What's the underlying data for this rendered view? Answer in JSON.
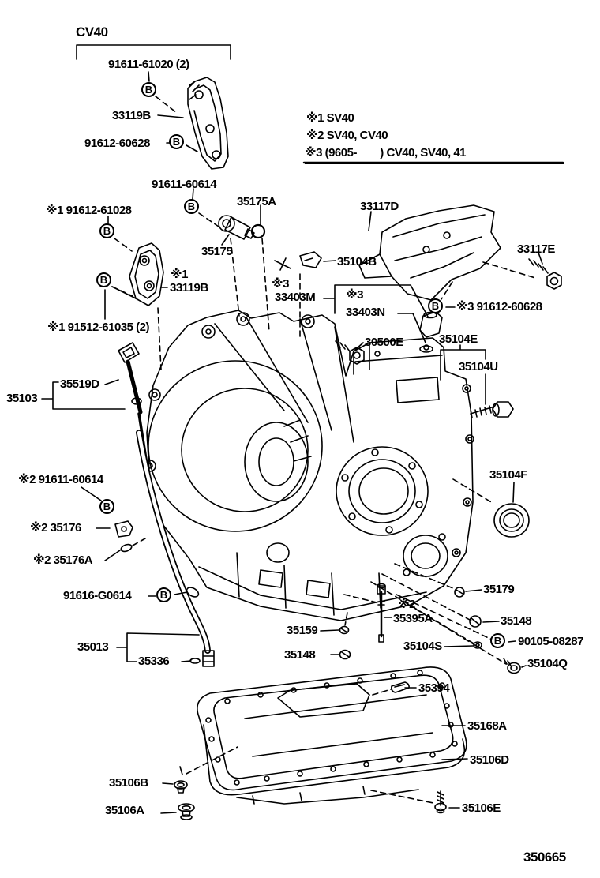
{
  "header": {
    "model_code": "CV40"
  },
  "legend": {
    "items": [
      {
        "text": "※1 SV40"
      },
      {
        "text": "※2 SV40, CV40"
      },
      {
        "text": "※3 (9605-        ) CV40, SV40, 41"
      }
    ]
  },
  "symbols": {
    "fastener_b": "B"
  },
  "labels": {
    "l91611_61020": "91611-61020 (2)",
    "l33119b_top": "33119B",
    "l91612_60628_top": "91612-60628",
    "l91611_60614_top": "91611-60614",
    "l91612_61028": "※1 91612-61028",
    "l35175a": "35175A",
    "l35175": "35175",
    "l33117d": "33117D",
    "l33117e": "33117E",
    "l35104b": "35104B",
    "mark3_m": "※3",
    "l33403m": "33403M",
    "mark3_n": "※3",
    "l33403n": "33403N",
    "l91612_60628_mid": "※3 91612-60628",
    "l30500e": "30500E",
    "l35104e": "35104E",
    "l35104u": "35104U",
    "mark1_33119b": "※1",
    "l33119b_mid": "33119B",
    "l91512_61035": "※1 91512-61035 (2)",
    "l35519d": "35519D",
    "l35103": "35103",
    "l91611_60614_mid": "※2 91611-60614",
    "l35176": "※2 35176",
    "l35176a": "※2 35176A",
    "l91616_g0614": "91616-G0614",
    "l35013": "35013",
    "l35336": "35336",
    "l35104f": "35104F",
    "l35179": "35179",
    "mark2_35395a": "※2",
    "l35395a": "35395A",
    "l35148_right": "35148",
    "l90105_08287": "90105-08287",
    "l35104s": "35104S",
    "l35104q": "35104Q",
    "l35159": "35159",
    "l35148_left": "35148",
    "l35394": "35394",
    "l35168a": "35168A",
    "l35106d": "35106D",
    "l35106b": "35106B",
    "l35106a": "35106A",
    "l35106e": "35106E"
  },
  "footer": {
    "figure_number": "350665"
  }
}
